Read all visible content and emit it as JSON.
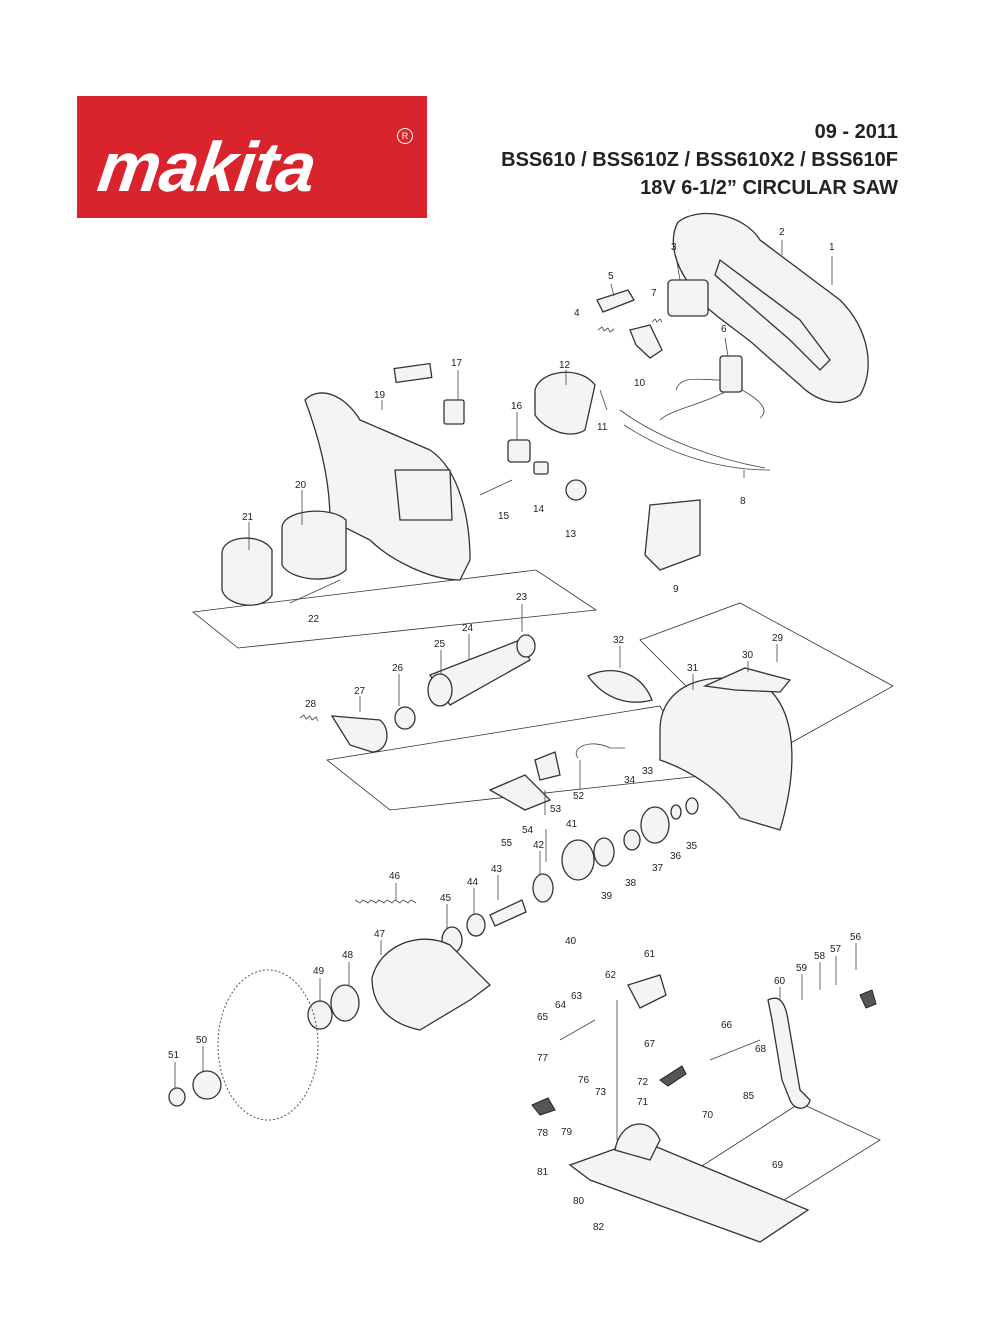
{
  "brand": {
    "logo_text": "makita",
    "registered_mark": "R"
  },
  "header": {
    "date": "09 - 2011",
    "models": "BSS610 / BSS610Z / BSS610X2 / BSS610F",
    "description": "18V 6-1/2” CIRCULAR SAW"
  },
  "callouts": [
    "1",
    "2",
    "3",
    "4",
    "5",
    "6",
    "7",
    "8",
    "9",
    "10",
    "11",
    "12",
    "13",
    "14",
    "15",
    "16",
    "17",
    "19",
    "20",
    "21",
    "22",
    "23",
    "24",
    "25",
    "26",
    "27",
    "28",
    "29",
    "30",
    "31",
    "32",
    "33",
    "34",
    "35",
    "36",
    "37",
    "38",
    "39",
    "40",
    "41",
    "42",
    "43",
    "44",
    "45",
    "46",
    "47",
    "48",
    "49",
    "50",
    "51",
    "52",
    "53",
    "54",
    "55",
    "56",
    "57",
    "58",
    "59",
    "60",
    "61",
    "62",
    "63",
    "64",
    "65",
    "66",
    "67",
    "68",
    "69",
    "70",
    "71",
    "72",
    "73",
    "76",
    "77",
    "78",
    "79",
    "80",
    "81",
    "82",
    "85"
  ]
}
